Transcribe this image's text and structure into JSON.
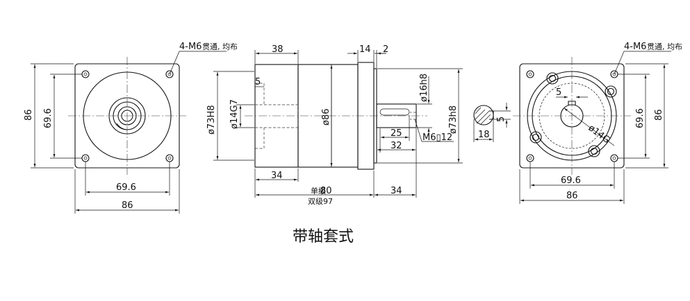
{
  "caption": "带轴套式",
  "front_view": {
    "hole_note": "4-M6",
    "hole_note_small": "贯通, 均布",
    "dim_height_outer": "86",
    "dim_height_inner": "69.6",
    "dim_width_inner": "69.6",
    "dim_width_outer": "86"
  },
  "side_view": {
    "dim_38": "38",
    "dim_14": "14",
    "dim_2": "2",
    "dim_5": "5",
    "dim_bore": "ø14G7",
    "dim_pilot_left": "ø73H8",
    "dim_body": "ø86",
    "dim_shaft": "ø16h8",
    "dim_pilot_right": "ø73h8",
    "dim_25": "25",
    "dim_32": "32",
    "dim_thread": "M6▯12",
    "dim_34_left": "34",
    "dim_len_single_label": "单级",
    "dim_len_single": "80",
    "dim_len_double": "双级97",
    "dim_34_right": "34"
  },
  "shaft_section": {
    "dim_18": "18",
    "dim_5": "5"
  },
  "rear_view": {
    "hole_note": "4-M6",
    "hole_note_small": "贯通, 均布",
    "dim_key": "5",
    "dim_bore": "ø14G",
    "dim_height_inner": "69.6",
    "dim_height_outer": "86",
    "dim_width_inner": "69.6",
    "dim_width_outer": "86"
  }
}
